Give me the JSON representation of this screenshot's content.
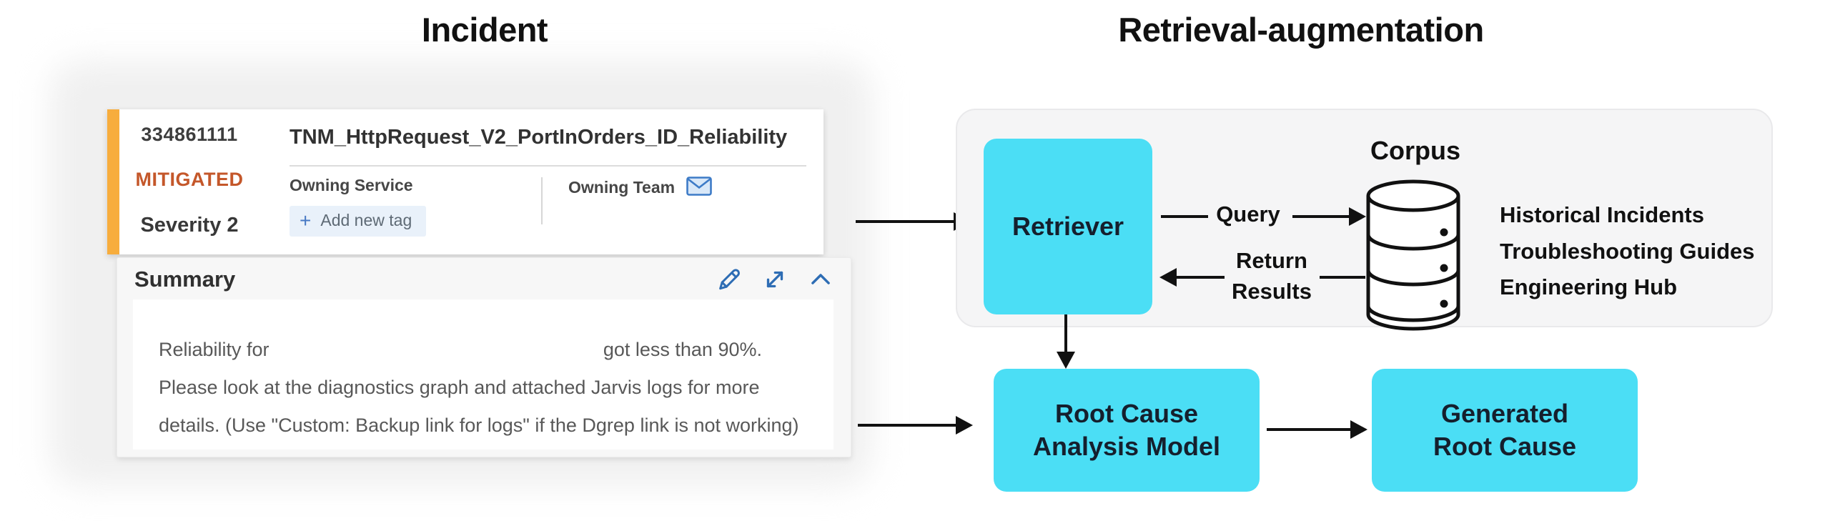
{
  "titles": {
    "left": "Incident",
    "right": "Retrieval-augmentation"
  },
  "incident": {
    "id": "334861111",
    "status": "MITIGATED",
    "severity": "Severity 2",
    "title": "TNM_HttpRequest_V2_PortInOrders_ID_Reliability",
    "owning_service_label": "Owning Service",
    "owning_team_label": "Owning Team",
    "add_tag_plus": "+",
    "add_tag_label": "Add new tag",
    "summary": {
      "heading": "Summary",
      "line1_left": "Reliability for",
      "line1_right": "got less than 90%.",
      "line2": "Please look at the diagnostics graph and attached Jarvis logs for more",
      "line3": "details. (Use \"Custom: Backup link for logs\" if the Dgrep link is not working)"
    },
    "icons": [
      "edit-pencil",
      "expand-diagonal",
      "collapse-chevron",
      "mail-envelope"
    ]
  },
  "flow": {
    "retriever_label": "Retriever",
    "query_label": "Query",
    "return_label_line1": "Return",
    "return_label_line2": "Results",
    "corpus": {
      "heading": "Corpus",
      "icon": "database-cylinder",
      "items": [
        "Historical Incidents",
        "Troubleshooting Guides",
        "Engineering Hub"
      ]
    },
    "rca_line1": "Root Cause",
    "rca_line2": "Analysis Model",
    "generated_line1": "Generated",
    "generated_line2": "Root Cause"
  },
  "colors": {
    "box_cyan": "#4bdef5",
    "severity_bar_orange": "#f7ad3d",
    "status_orange": "#c4572a",
    "icon_blue": "#2e6db4",
    "panel_gray": "#f5f5f6",
    "arrow_black": "#111111"
  }
}
